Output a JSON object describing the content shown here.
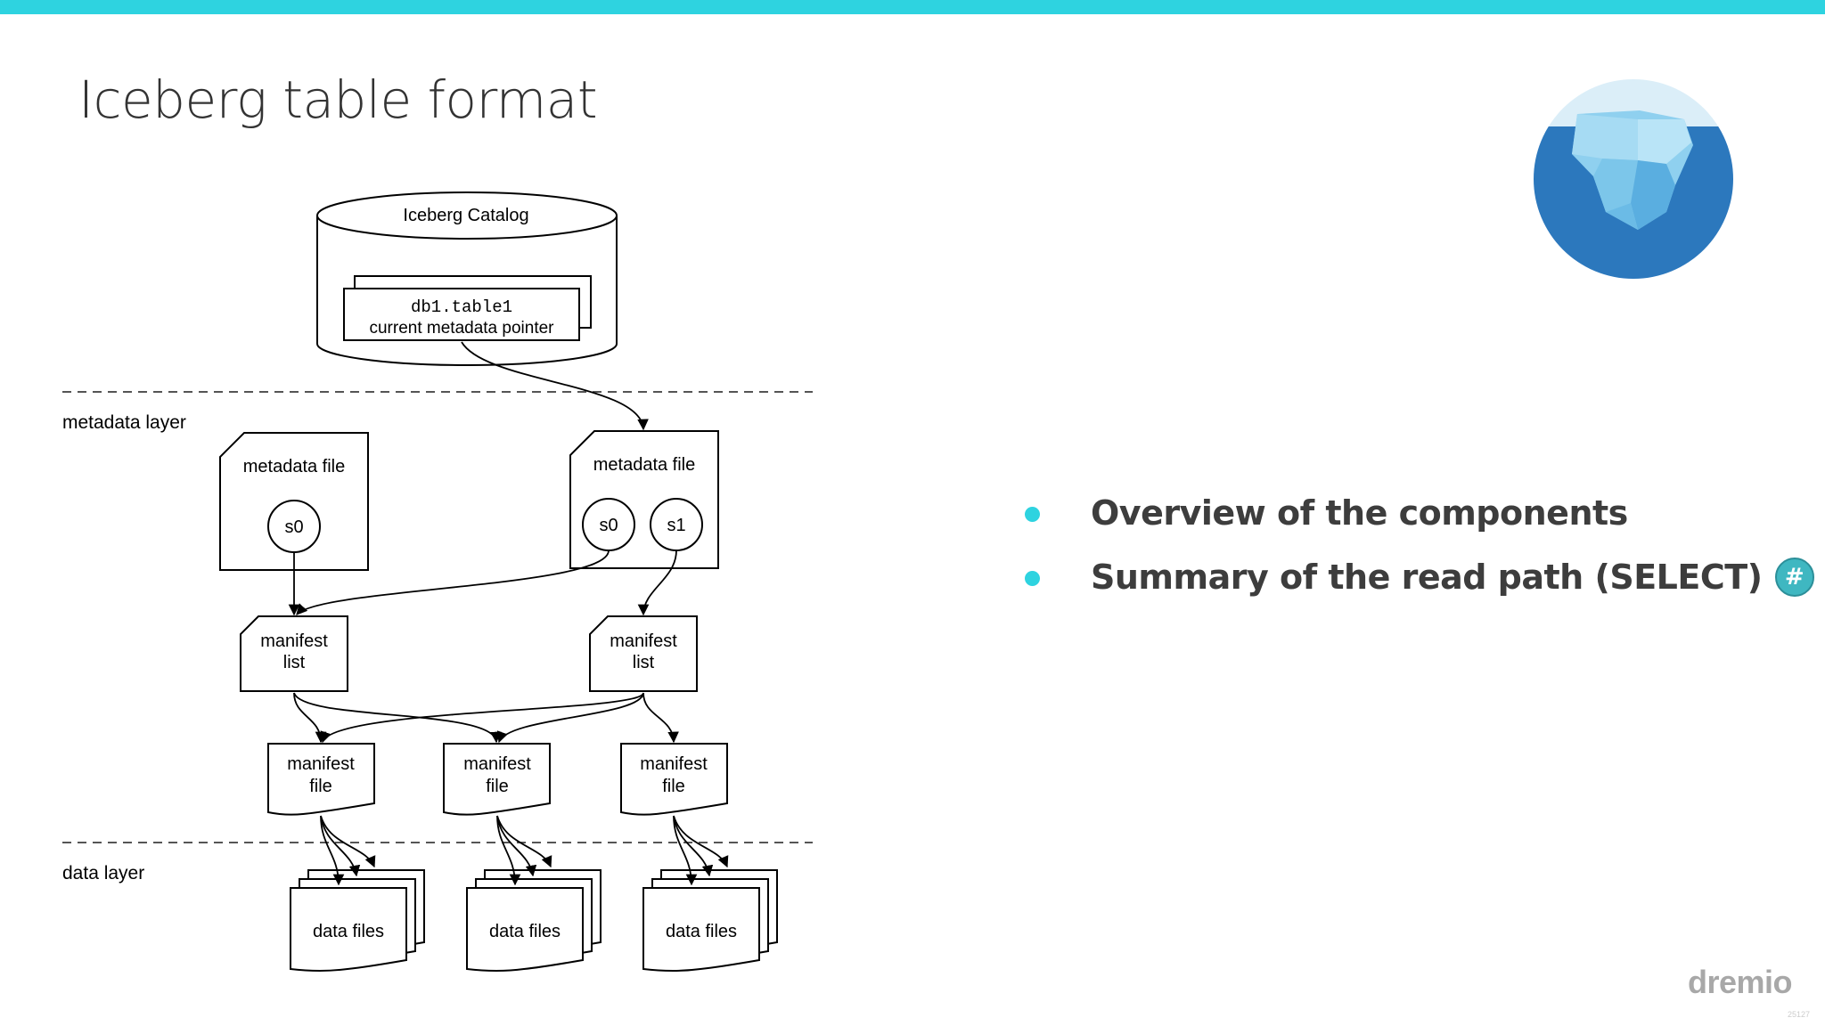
{
  "slide": {
    "title": "Iceberg table format",
    "brand": "dremio",
    "slide_number": "25127"
  },
  "bullets": [
    {
      "text": "Overview of the components"
    },
    {
      "text": "Summary of the read path (SELECT)",
      "badge": "#"
    }
  ],
  "colors": {
    "accent": "#2ed3e0",
    "badge": "#3fb7c1",
    "title_text": "#333333",
    "bullet_text": "#3d3d3d",
    "logo_circle": "#2c78bd"
  },
  "logo": {
    "icon": "iceberg-icon"
  },
  "diagram": {
    "catalog": {
      "title": "Iceberg Catalog",
      "table_name": "db1.table1",
      "pointer_label": "current metadata pointer"
    },
    "layers": {
      "metadata": "metadata layer",
      "data": "data layer"
    },
    "metadata_files": [
      {
        "label": "metadata file",
        "snapshots": [
          "s0"
        ]
      },
      {
        "label": "metadata file",
        "snapshots": [
          "s0",
          "s1"
        ]
      }
    ],
    "manifest_lists": [
      {
        "line1": "manifest",
        "line2": "list"
      },
      {
        "line1": "manifest",
        "line2": "list"
      }
    ],
    "manifest_files": [
      {
        "line1": "manifest",
        "line2": "file"
      },
      {
        "line1": "manifest",
        "line2": "file"
      },
      {
        "line1": "manifest",
        "line2": "file"
      }
    ],
    "data_files": [
      "data files",
      "data files",
      "data files"
    ]
  }
}
